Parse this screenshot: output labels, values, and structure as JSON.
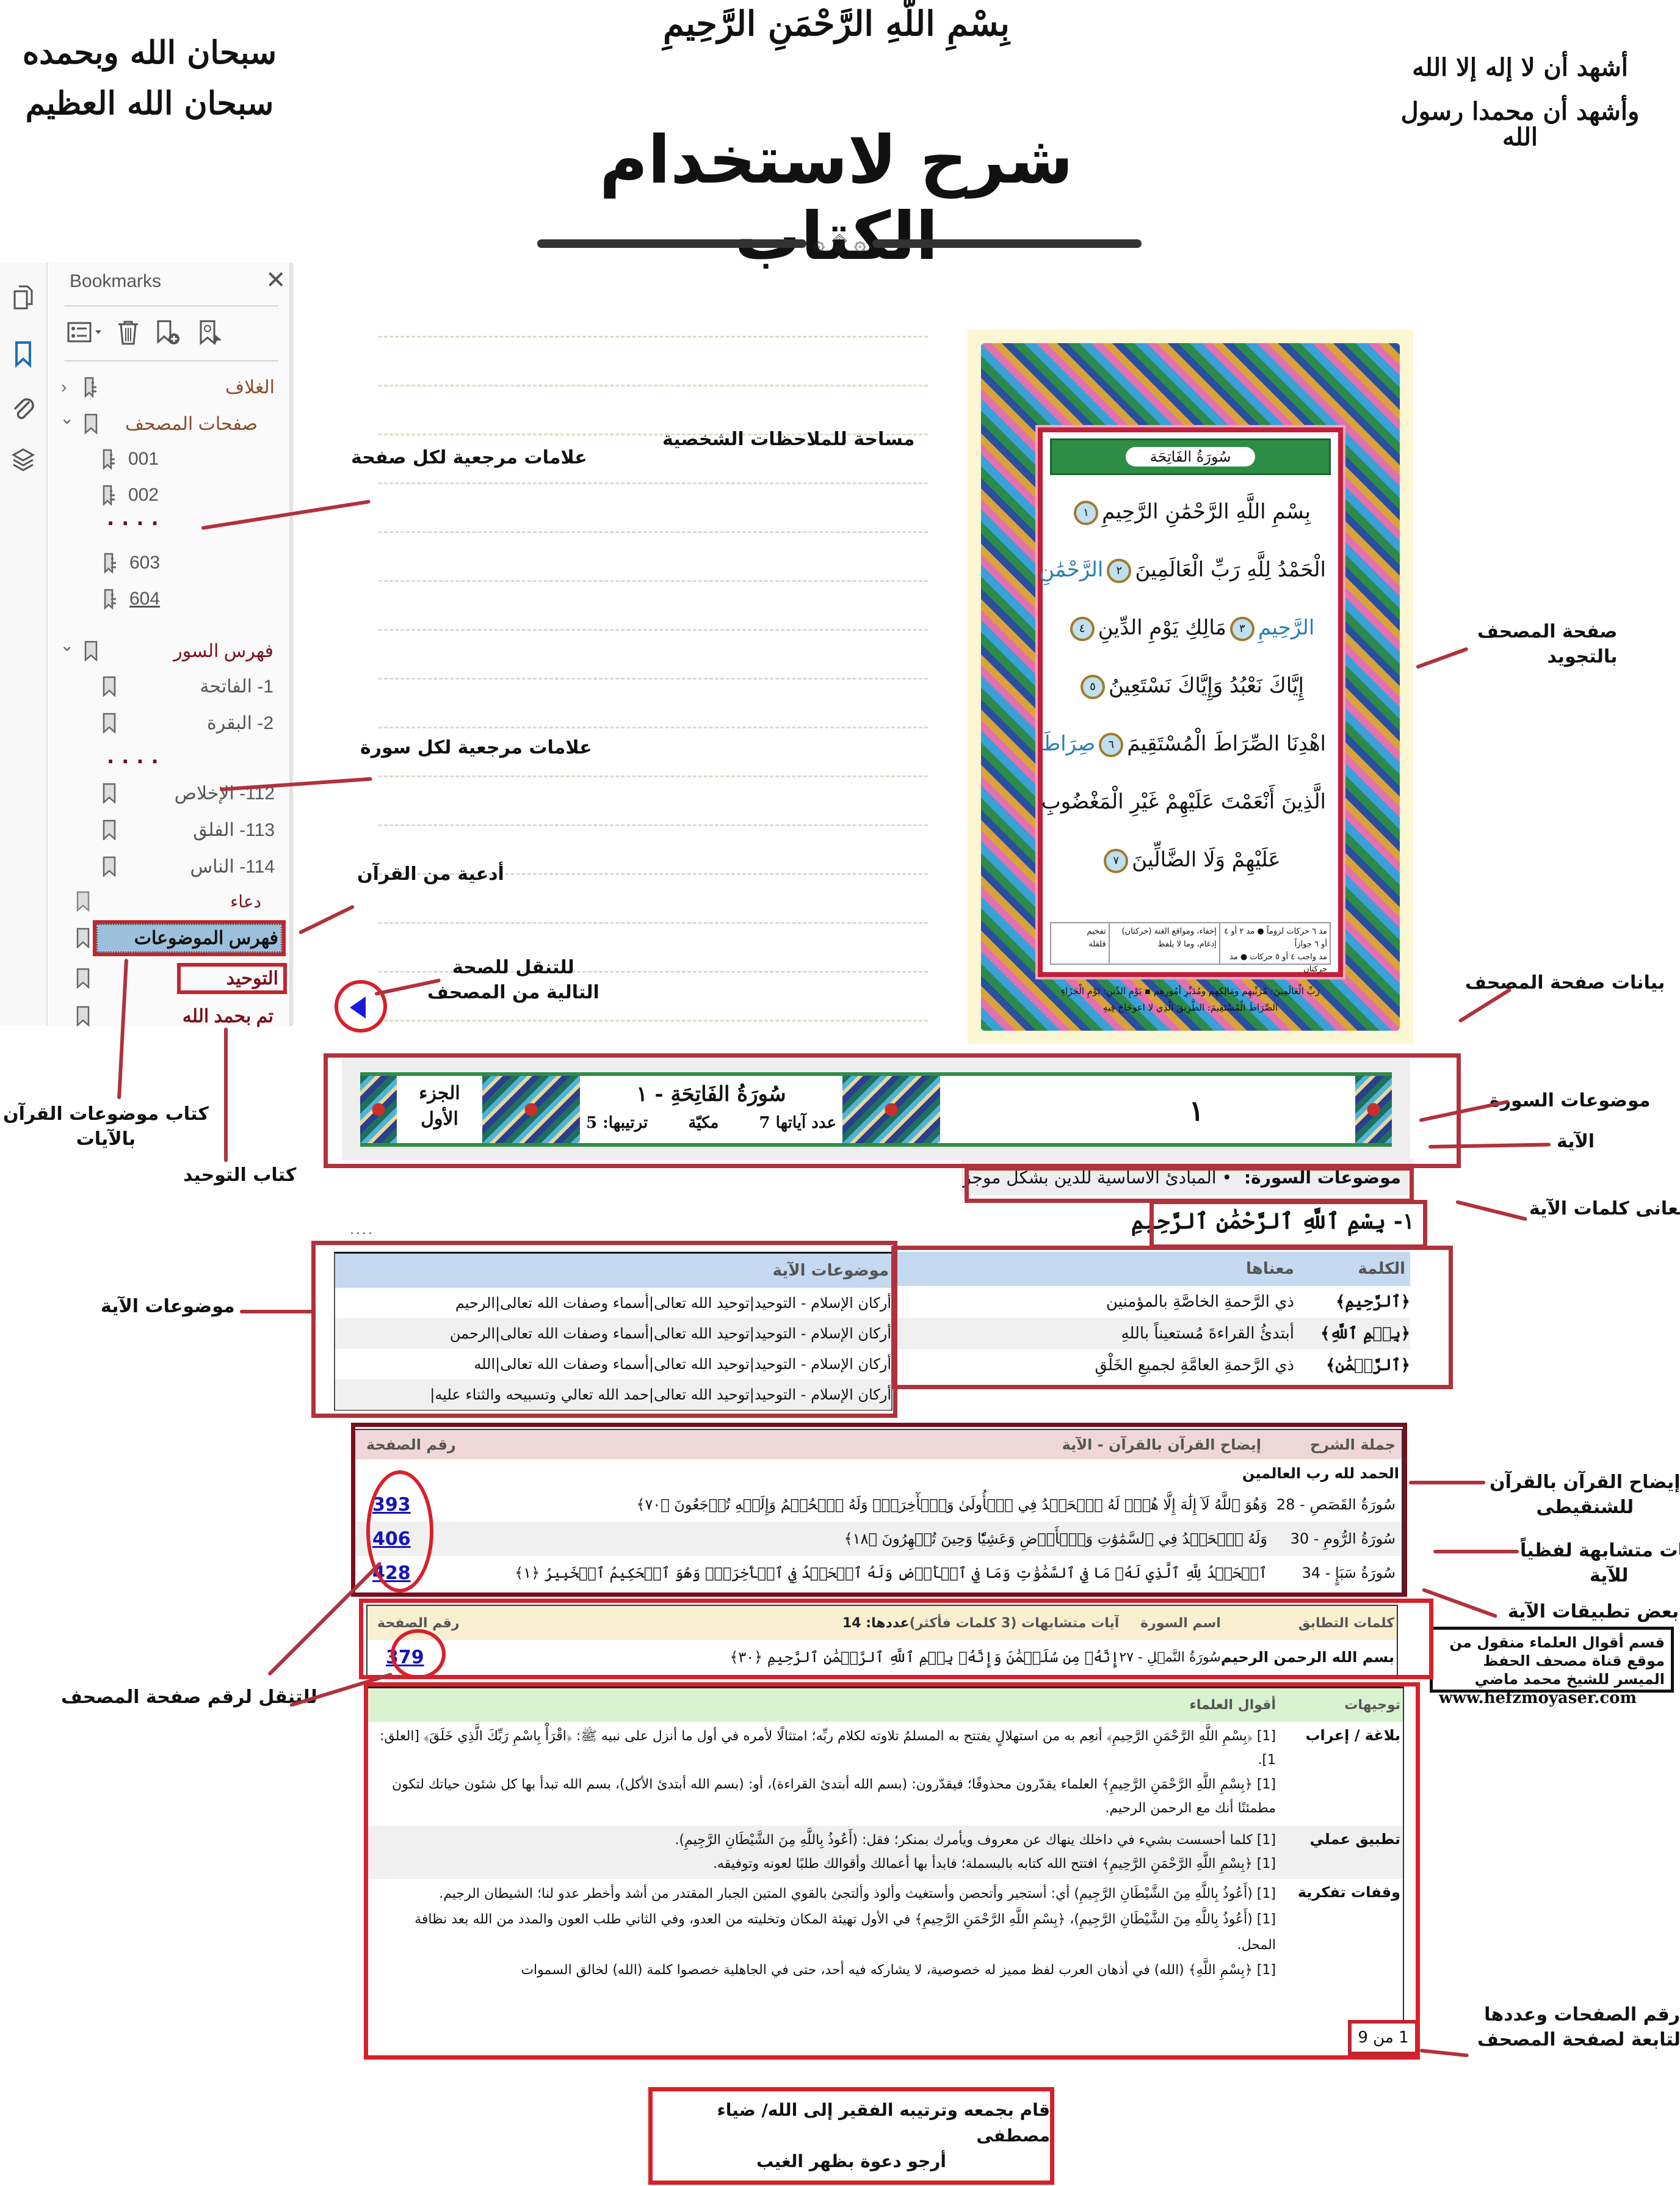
{
  "header": {
    "bismillah": "بِسْمِ اللَّهِ الرَّحْمَنِ الرَّحِيمِ",
    "left_calligraphy": [
      "سبحان الله وبحمده",
      "سبحان الله العظيم"
    ],
    "right_calligraphy": [
      "أشهد أن لا إله إلا الله",
      "وأشهد أن محمدا رسول الله"
    ],
    "title": "شرح لاستخدام الكتاب",
    "divider_ornament": "۞ ۩ ۞"
  },
  "sidebar": {
    "rail_icons": [
      "pages-icon",
      "bookmark-icon",
      "attachment-icon",
      "layers-icon"
    ],
    "panel_title": "Bookmarks",
    "close_glyph": "✕",
    "toolbar": [
      "options-menu",
      "delete-bookmark",
      "new-bookmark",
      "find-current-bookmark"
    ],
    "items": [
      {
        "label": "الغلاف",
        "level": 0,
        "expander": "›",
        "color": "#8b4a2a"
      },
      {
        "label": "صفحات المصحف",
        "level": 0,
        "expander": "⌄",
        "color": "#8b4a2a"
      },
      {
        "label": "001",
        "level": 1
      },
      {
        "label": "002",
        "level": 1
      },
      {
        "label": "....",
        "level": 1,
        "ellipsis": true
      },
      {
        "label": "603",
        "level": 1
      },
      {
        "label": "604",
        "level": 1,
        "underline": true
      },
      {
        "label": "فهرس السور",
        "level": 0,
        "expander": "⌄",
        "color": "#7a1020"
      },
      {
        "label": "1- الفاتحة",
        "level": 1
      },
      {
        "label": "2- البقرة",
        "level": 1
      },
      {
        "label": "....",
        "level": 1,
        "ellipsis": true
      },
      {
        "label": "112- الإخلاص",
        "level": 1
      },
      {
        "label": "113- الفلق",
        "level": 1
      },
      {
        "label": "114- الناس",
        "level": 1
      },
      {
        "label": "دعاء",
        "level": 0,
        "color": "#7a1020"
      },
      {
        "label": "فهرس الموضوعات",
        "level": 0,
        "selected": true
      },
      {
        "label": "التوحيد",
        "level": 0,
        "color": "#7a1020"
      },
      {
        "label": "تم بحمد الله",
        "level": 0,
        "color": "#7a1020"
      }
    ]
  },
  "notes_area_label": "مساحة للملاحظات الشخصية",
  "annotations": {
    "page_bookmarks": "علامات مرجعية لكل صفحة",
    "surah_bookmarks": "علامات مرجعية لكل سورة",
    "quran_duas": "أدعية من القرآن",
    "next_page": [
      "للتنقل للصحة",
      "التالية من المصحف"
    ],
    "tajweed_page": [
      "صفحة المصحف",
      "بالتجويد"
    ],
    "page_data": "بيانات صفحة المصحف",
    "surah_topics": "موضوعات السورة",
    "ayah": "الآية",
    "word_meanings": "معانى كلمات الآية",
    "ayah_topics": "موضوعات الآية",
    "shanqiti": [
      "إيضاح القرآن بالقرآن",
      "للشنقيطى"
    ],
    "similar_verses": [
      "آيات متشابهة لفظياً",
      "للآية"
    ],
    "applications": "بعض تطبيقات الآية",
    "source_note": [
      "قسم أقوال العلماء منقول من",
      "موقع قناة مصحف الحفظ",
      "الميسر للشيخ محمد ماضي",
      "www.hefzmoyaser.com"
    ],
    "page_count": [
      "رقم الصفحات وعددها",
      "التابعة لصفحة المصحف"
    ],
    "goto_page": "للتنقل لرقم صفحة المصحف",
    "topics_book": [
      "كتاب موضوعات القرآن",
      "بالآيات"
    ],
    "tawheed_book": "كتاب التوحيد",
    "credits": [
      "قام بجمعه وترتيبه الفقير إلى الله/ ضياء مصطفى",
      "أرجو دعوة بظهر الغيب"
    ]
  },
  "mushaf": {
    "surah_header": "سُورَةُ الفَاتِحَة",
    "verses": [
      {
        "text": "بِسْمِ اللَّهِ الرَّحْمَٰنِ الرَّحِيمِ",
        "num": "١"
      },
      {
        "text": "الْحَمْدُ لِلَّهِ رَبِّ الْعَالَمِينَ",
        "num": "٢",
        "tail": "الرَّحْمَٰنِ"
      },
      {
        "text": "الرَّحِيمِ",
        "num": "٣",
        "tail": "مَالِكِ يَوْمِ الدِّينِ",
        "num2": "٤"
      },
      {
        "text": "إِيَّاكَ نَعْبُدُ وَإِيَّاكَ نَسْتَعِينُ",
        "num": "٥"
      },
      {
        "text": "اهْدِنَا الصِّرَاطَ الْمُسْتَقِيمَ",
        "num": "٦",
        "tail": "صِرَاطَ"
      },
      {
        "text": "الَّذِينَ أَنْعَمْتَ عَلَيْهِمْ غَيْرِ الْمَغْضُوبِ"
      },
      {
        "text": "عَلَيْهِمْ وَلَا الضَّالِّينَ",
        "num": "٧"
      }
    ],
    "legend": [
      [
        "مد ٦ حركات لزوماً",
        "مد ٢ أو ٤ أو ٦ جوازاً",
        "مد واجب ٤ أو ٥ حركات",
        "مد حركتان"
      ],
      [
        "إخفاء، ومواقع الغنة (حركتان)",
        "إدغام، وما لا يلفظ"
      ],
      [
        "تفخيم",
        "قلقلة"
      ]
    ],
    "footer": [
      "رَبِّ الْعَالَمِينَ: مُرَبِّيهِم ومَالِكِهِم ومُدَبِّرِ أمُورِهِم ▪ يَوْمِ الدِّينِ: يَوْمِ الْجَزَاءِ",
      "الصِّرَاطَ الْمُسْتَقِيمَ: الطَّرِيقَ الَّذِي لا اعوجَاجَ فِيهِ"
    ]
  },
  "page_info": {
    "page_number": "١",
    "surah_title": "سُورَةُ الفَاتِحَةِ - ١",
    "ayah_count_label": "عدد آياتها",
    "ayah_count": "7",
    "revelation": "مكيّة",
    "order_label": "ترتيبها:",
    "order": "5",
    "juz": [
      "الجزء",
      "الأول"
    ]
  },
  "surah_topics": {
    "label": "موضوعات السورة:",
    "value": "• المبادئ الأساسية للدين بشكل موجز"
  },
  "ayah": {
    "text": "١- بِسْمِ ٱللَّهِ ٱلرَّحْمَٰنِ ٱلرَّحِيمِ"
  },
  "ellipsis": "....",
  "word_meanings_table": {
    "headers": [
      "الكلمة",
      "معناها"
    ],
    "rows": [
      [
        "﴿ٱلرَّحِيمِ﴾",
        "ذي الرَّحمةِ الخاصَّةِ بالمؤمنين"
      ],
      [
        "﴿بِسۡمِ ٱللَّهِ﴾",
        "أبتدئُ القراءةَ مُستعيناً باللهِ"
      ],
      [
        "﴿ٱلرَّحۡمَٰنِ﴾",
        "ذي الرَّحمةِ العامَّةِ لجميعِ الخَلْقِ"
      ]
    ]
  },
  "ayah_topics_table": {
    "header": "موضوعات الآية",
    "rows": [
      "أركان الإسلام - التوحيد|توحيد الله تعالى|أسماء وصفات الله تعالى|الرحيم",
      "أركان الإسلام - التوحيد|توحيد الله تعالى|أسماء وصفات الله تعالى|الرحمن",
      "أركان الإسلام - التوحيد|توحيد الله تعالى|أسماء وصفات الله تعالى|الله",
      "أركان الإسلام - التوحيد|توحيد الله تعالى|حمد الله تعالي وتسبيحه والثناء عليه|"
    ]
  },
  "shanqiti_table": {
    "headers": [
      "جملة الشرح",
      "إيضاح القرآن بالقرآن - الآية",
      "رقم الصفحة"
    ],
    "group": "الحمد لله رب العالمين",
    "rows": [
      {
        "surah": "سُورَةُ القَصَصِ - 28",
        "ayah": "وَهُوَ ٱللَّهُ لَآ إِلَٰهَ إِلَّا هُوَۖ لَهُ ٱلۡحَمۡدُ فِي ٱلۡأُولَىٰ وَٱلۡأٓخِرَةِۖ وَلَهُ ٱلۡحُكۡمُ وَإِلَيۡهِ تُرۡجَعُونَ ﴿٧٠﴾",
        "page": "393"
      },
      {
        "surah": "سُورَةُ الرُّومِ - 30",
        "ayah": "وَلَهُ ٱلۡحَمۡدُ فِي ٱلسَّمَٰوَٰتِ وَٱلۡأَرۡضِ وَعَشِيّٗا وَحِينَ تُظۡهِرُونَ ﴿١٨﴾",
        "page": "406"
      },
      {
        "surah": "سُورَةُ سَبَإٍ - 34",
        "ayah": "ٱلۡحَمۡدُ لِلَّهِ ٱلَّذِي لَهُۥ مَا فِي ٱلسَّمَٰوَٰتِ وَمَا فِي ٱلۡأَرۡضِ وَلَهُ ٱلۡحَمۡدُ فِي ٱلۡأٓخِرَةِۚ وَهُوَ ٱلۡحَكِيمُ ٱلۡخَبِيرُ ﴿١﴾",
        "page": "428"
      }
    ]
  },
  "similar_table": {
    "headers": [
      "كلمات التطابق",
      "اسم السورة",
      "آيات متشابهات (3 كلمات فأكثر)",
      "عددها:",
      "رقم الصفحة"
    ],
    "count": "14",
    "rows": [
      {
        "match": "بسم الله الرحمن الرحيم",
        "surah": "سُورَةُ النَّمۡلِ - ٢٧",
        "ayah": "إِنَّهُۥ مِن سُلَيۡمَٰنَ وَإِنَّهُۥ بِسۡمِ ٱللَّهِ ٱلرَّحۡمَٰنِ ٱلرَّحِيمِ ﴿٣٠﴾",
        "page": "379"
      }
    ]
  },
  "scholars_table": {
    "headers": [
      "توجيهات",
      "أقوال العلماء"
    ],
    "groups": [
      {
        "category": "بلاغة / إعراب",
        "lines": [
          "[1] ﴿بِسْمِ اللَّهِ الرَّحْمَنِ الرَّحِيمِ﴾ أنعِم به من استهلالٍ يفتتح به المسلمُ تلاوته لكلام ربِّه؛ امتثالًا لأمره في أول ما أنزل على نبيه ﷺ: ﴿اقْرَأْ بِاسْمِ رَبِّكَ الَّذِي خَلَقَ﴾ [العلق: 1].",
          "[1] ﴿بِسْمِ اللَّهِ الرَّحْمَنِ الرَّحِيمِ﴾ العلماء يقدّرون محذوفًا؛ فيقدّرون: (بسم الله أبتدئ القراءة)، أو: (بسم الله أبتدئ الأكل)، بسم الله تبدأ بها كل شئون حياتك لتكون مطمئنًا أنك مع الرحمن الرحيم."
        ]
      },
      {
        "category": "تطبيق عملي",
        "lines": [
          "[1] كلما أحسست بشيء في داخلك ينهاك عن معروف ويأمرك بمنكر؛ فقل: (أَعُوذُ بِاللَّهِ مِنَ الشَّيْطَانِ الرَّجِيمِ).",
          "[1] ﴿بِسْمِ اللَّهِ الرَّحْمَنِ الرَّحِيمِ﴾ افتتح الله كتابه بالبسملة؛ فابدأ بها أعمالك وأقوالك طلبًا لعونه وتوفيقه."
        ]
      },
      {
        "category": "وقفات تفكرية",
        "lines": [
          "[1] (أَعُوذُ بِاللَّهِ مِنَ الشَّيْطَانِ الرَّجِيمِ) أي: أستجير وأتحصن وأستغيث وألوذ وألتجئ بالقوي المتين الجبار المقتدر من أشد وأخطر عدو لنا؛ الشيطان الرجيم.",
          "[1] (أَعُوذُ بِاللَّهِ مِنَ الشَّيْطَانِ الرَّجِيمِ)، ﴿بِسْمِ اللَّهِ الرَّحْمَنِ الرَّحِيمِ﴾ في الأول تهيئة المكان وتخليته من العدو، وفي الثاني طلب العون والمدد من الله بعد نظافة المحل.",
          "[1] ﴿بِسْمِ اللَّهِ﴾ (الله) في أذهان العرب لفظ مميز له خصوصية، لا يشاركه فيه أحد، حتى في الجاهلية خصصوا كلمة (الله) لخالق السموات"
        ]
      }
    ]
  },
  "pager": {
    "text": "1 من 9"
  },
  "colors": {
    "annotation_red": "#b0323c",
    "selected_bookmark": "#9cc0dc",
    "meanings_header": "#c5d9f0",
    "shanqiti_header": "#f0d7d7",
    "similar_header": "#fbefd2",
    "scholars_header": "#d9f2d0",
    "link_blue": "#1515b8"
  }
}
